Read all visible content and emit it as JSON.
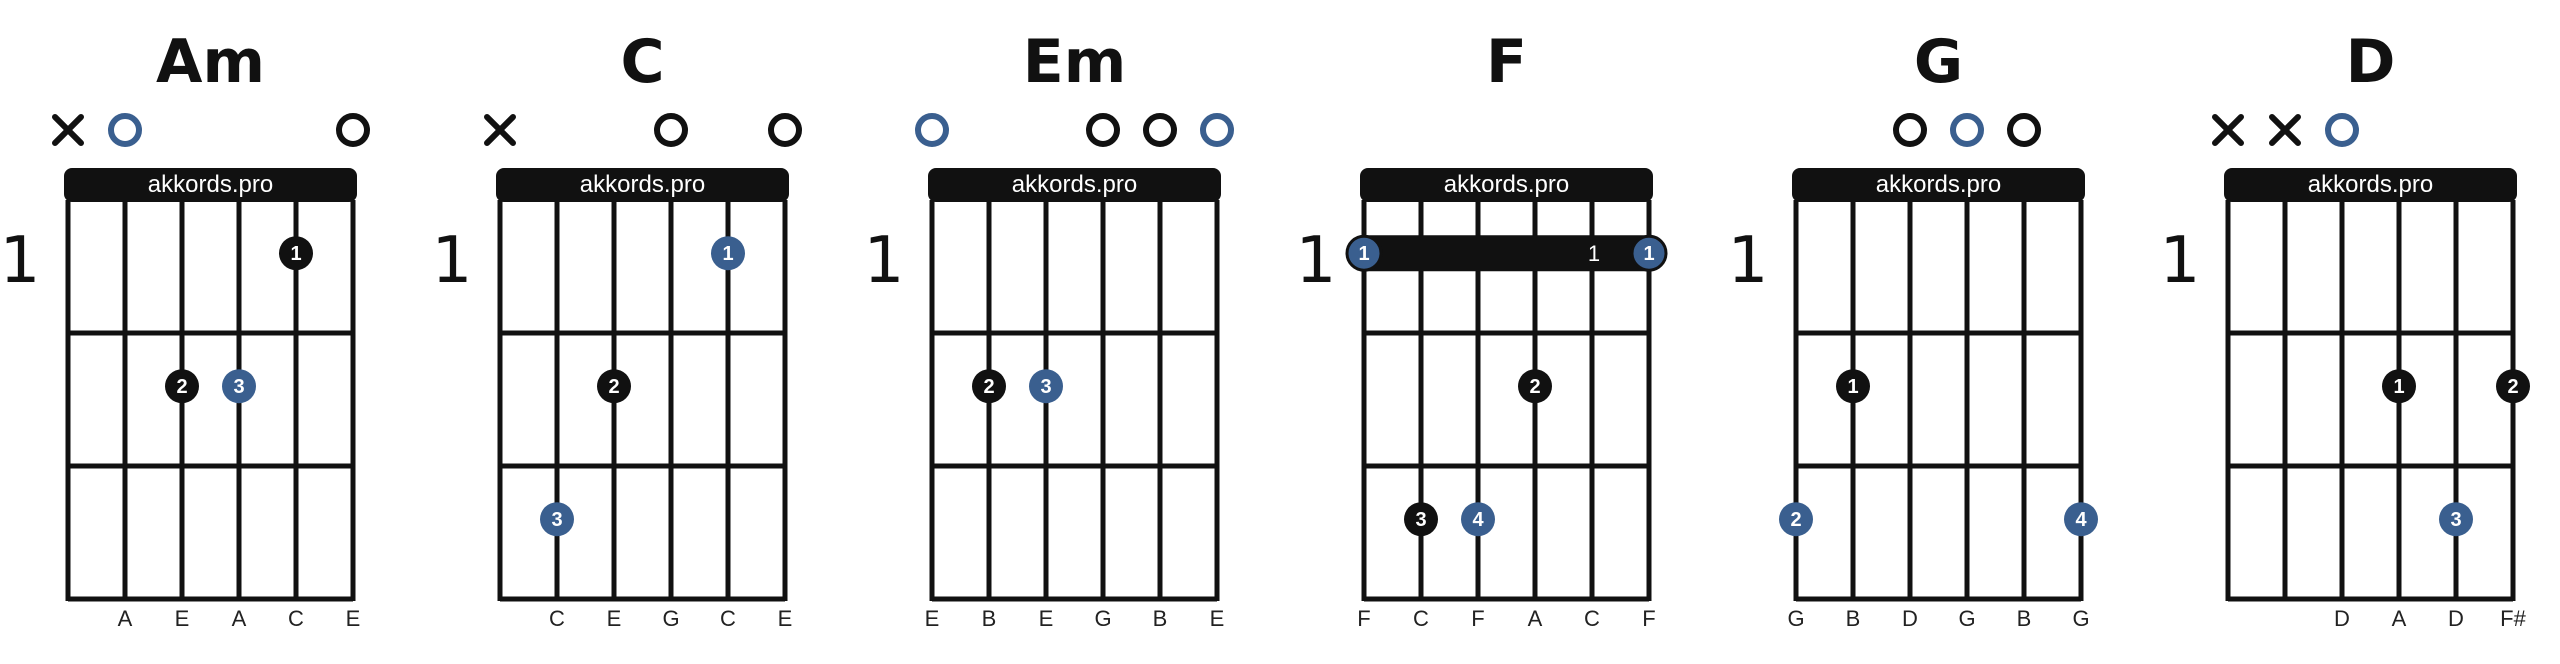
{
  "site": "akkords.pro",
  "colors": {
    "black": "#111111",
    "blue": "#3a5f8f",
    "open_blue": "#3a5f8f"
  },
  "chords": [
    {
      "name": "Am",
      "fret_label": "1",
      "markers": [
        "x",
        "o-blue",
        "",
        "",
        "",
        "o"
      ],
      "notes": [
        "",
        "A",
        "E",
        "A",
        "C",
        "E"
      ],
      "dots": [
        {
          "string": 5,
          "fret": 1,
          "finger": "1",
          "color": "black"
        },
        {
          "string": 3,
          "fret": 2,
          "finger": "2",
          "color": "black"
        },
        {
          "string": 4,
          "fret": 2,
          "finger": "3",
          "color": "blue"
        }
      ]
    },
    {
      "name": "C",
      "fret_label": "1",
      "markers": [
        "x",
        "",
        "",
        "o",
        "",
        "o"
      ],
      "notes": [
        "",
        "C",
        "E",
        "G",
        "C",
        "E"
      ],
      "dots": [
        {
          "string": 5,
          "fret": 1,
          "finger": "1",
          "color": "blue"
        },
        {
          "string": 3,
          "fret": 2,
          "finger": "2",
          "color": "black"
        },
        {
          "string": 2,
          "fret": 3,
          "finger": "3",
          "color": "blue"
        }
      ]
    },
    {
      "name": "Em",
      "fret_label": "1",
      "markers": [
        "o-blue",
        "",
        "",
        "o",
        "o",
        "o-blue"
      ],
      "notes": [
        "E",
        "B",
        "E",
        "G",
        "B",
        "E"
      ],
      "dots": [
        {
          "string": 2,
          "fret": 2,
          "finger": "2",
          "color": "black"
        },
        {
          "string": 3,
          "fret": 2,
          "finger": "3",
          "color": "blue"
        }
      ]
    },
    {
      "name": "F",
      "fret_label": "1",
      "markers": [
        "",
        "",
        "",
        "",
        "",
        ""
      ],
      "notes": [
        "F",
        "C",
        "F",
        "A",
        "C",
        "F"
      ],
      "barre": {
        "fret": 1,
        "from": 1,
        "to": 6,
        "finger": "1",
        "mid_label": "1"
      },
      "dots": [
        {
          "string": 1,
          "fret": 1,
          "finger": "1",
          "color": "blue"
        },
        {
          "string": 6,
          "fret": 1,
          "finger": "1",
          "color": "blue"
        },
        {
          "string": 4,
          "fret": 2,
          "finger": "2",
          "color": "black"
        },
        {
          "string": 2,
          "fret": 3,
          "finger": "3",
          "color": "black"
        },
        {
          "string": 3,
          "fret": 3,
          "finger": "4",
          "color": "blue"
        }
      ]
    },
    {
      "name": "G",
      "fret_label": "1",
      "markers": [
        "",
        "",
        "o",
        "o-blue",
        "o",
        ""
      ],
      "notes": [
        "G",
        "B",
        "D",
        "G",
        "B",
        "G"
      ],
      "dots": [
        {
          "string": 2,
          "fret": 2,
          "finger": "1",
          "color": "black"
        },
        {
          "string": 1,
          "fret": 3,
          "finger": "2",
          "color": "blue"
        },
        {
          "string": 6,
          "fret": 3,
          "finger": "4",
          "color": "blue"
        }
      ]
    },
    {
      "name": "D",
      "fret_label": "1",
      "markers": [
        "x",
        "x",
        "o-blue",
        "",
        "",
        ""
      ],
      "notes": [
        "",
        "",
        "D",
        "A",
        "D",
        "F#"
      ],
      "dots": [
        {
          "string": 4,
          "fret": 2,
          "finger": "1",
          "color": "black"
        },
        {
          "string": 6,
          "fret": 2,
          "finger": "2",
          "color": "black"
        },
        {
          "string": 5,
          "fret": 3,
          "finger": "3",
          "color": "blue"
        }
      ]
    }
  ]
}
